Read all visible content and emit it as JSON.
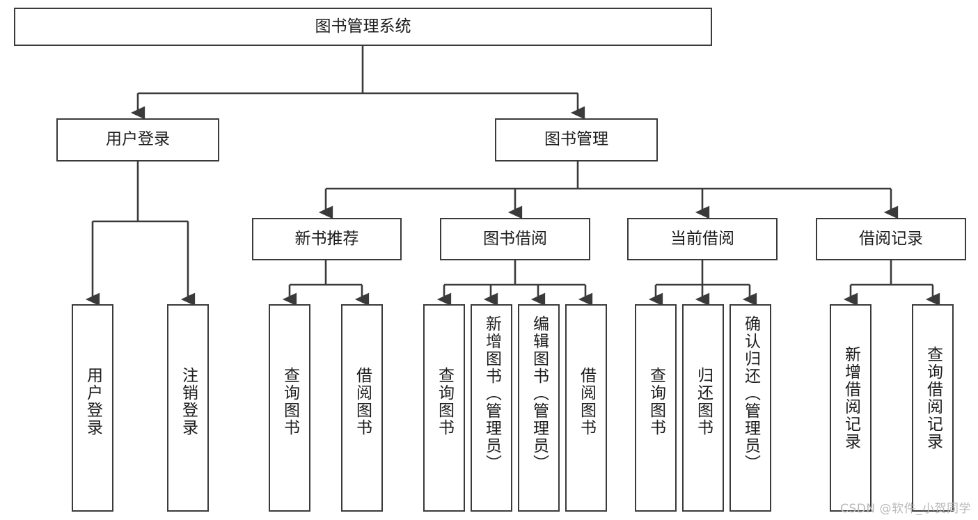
{
  "diagram": {
    "type": "tree-hierarchy",
    "title": "图书管理系统",
    "watermark": "CSDN @软件_小贺同学",
    "colors": {
      "box_border": "#3a3a3a",
      "box_fill": "#ffffff",
      "connector": "#3a3a3a",
      "text": "#1c1c1c",
      "watermark": "#b9b9b9",
      "background": "#ffffff"
    },
    "levels": [
      {
        "level": 1,
        "nodes": [
          {
            "id": "root",
            "label": "图书管理系统",
            "orientation": "horizontal"
          }
        ]
      },
      {
        "level": 2,
        "nodes": [
          {
            "id": "user-login",
            "label": "用户登录",
            "orientation": "horizontal",
            "parent": "root"
          },
          {
            "id": "book-manage",
            "label": "图书管理",
            "orientation": "horizontal",
            "parent": "root"
          }
        ]
      },
      {
        "level": 3,
        "nodes": [
          {
            "id": "new-book-rec",
            "label": "新书推荐",
            "orientation": "horizontal",
            "parent": "book-manage"
          },
          {
            "id": "book-borrow",
            "label": "图书借阅",
            "orientation": "horizontal",
            "parent": "book-manage"
          },
          {
            "id": "current-borrow",
            "label": "当前借阅",
            "orientation": "horizontal",
            "parent": "book-manage"
          },
          {
            "id": "borrow-record",
            "label": "借阅记录",
            "orientation": "horizontal",
            "parent": "book-manage"
          }
        ]
      },
      {
        "level": 4,
        "nodes": [
          {
            "id": "leaf-user-login",
            "label": "用户登录",
            "orientation": "vertical",
            "parent": "user-login"
          },
          {
            "id": "leaf-logout",
            "label": "注销登录",
            "orientation": "vertical",
            "parent": "user-login"
          },
          {
            "id": "leaf-query-book-1",
            "label": "查询图书",
            "orientation": "vertical",
            "parent": "new-book-rec"
          },
          {
            "id": "leaf-borrow-book-1",
            "label": "借阅图书",
            "orientation": "vertical",
            "parent": "new-book-rec"
          },
          {
            "id": "leaf-query-book-2",
            "label": "查询图书",
            "orientation": "vertical",
            "parent": "book-borrow"
          },
          {
            "id": "leaf-add-book",
            "label": "新增图书（管理员）",
            "orientation": "vertical",
            "parent": "book-borrow"
          },
          {
            "id": "leaf-edit-book",
            "label": "编辑图书（管理员）",
            "orientation": "vertical",
            "parent": "book-borrow"
          },
          {
            "id": "leaf-borrow-book-2",
            "label": "借阅图书",
            "orientation": "vertical",
            "parent": "book-borrow"
          },
          {
            "id": "leaf-query-book-3",
            "label": "查询图书",
            "orientation": "vertical",
            "parent": "current-borrow"
          },
          {
            "id": "leaf-return-book",
            "label": "归还图书",
            "orientation": "vertical",
            "parent": "current-borrow"
          },
          {
            "id": "leaf-confirm-return",
            "label": "确认归还（管理员）",
            "orientation": "vertical",
            "parent": "current-borrow"
          },
          {
            "id": "leaf-add-record",
            "label": "新增借阅记录",
            "orientation": "vertical",
            "parent": "borrow-record"
          },
          {
            "id": "leaf-query-record",
            "label": "查询借阅记录",
            "orientation": "vertical",
            "parent": "borrow-record"
          }
        ]
      }
    ]
  }
}
